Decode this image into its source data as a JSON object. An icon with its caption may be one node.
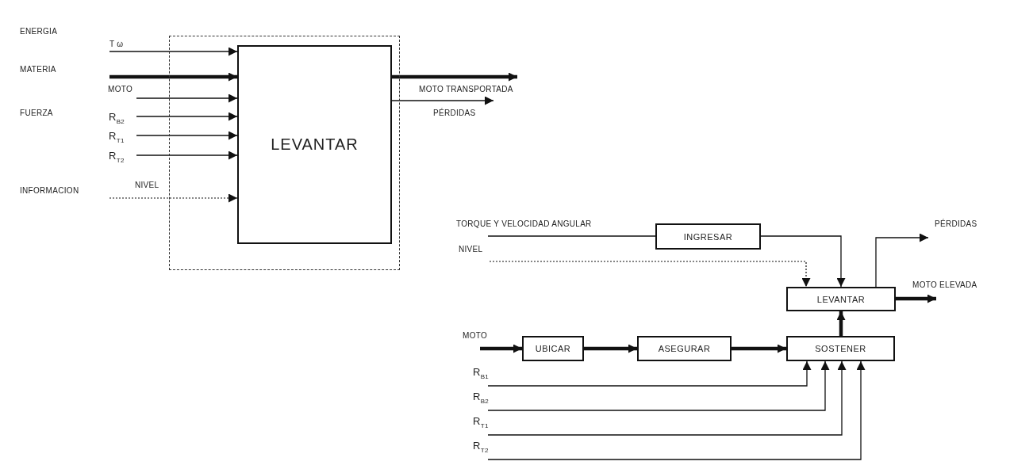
{
  "diagram": {
    "nodes": [
      {
        "text": [],
        "shape": "box"
      },
      {
        "text": [
          "LEVANTAR"
        ],
        "in": 0
      },
      {
        "text": [
          "INGRESAR"
        ]
      },
      {
        "text": [
          "LEVANTAR"
        ]
      },
      {
        "text": [
          "UBICAR"
        ]
      },
      {
        "text": [
          "ASEGURAR"
        ]
      },
      {
        "text": [
          "SOSTENER"
        ]
      }
    ],
    "edges": [
      {
        "from": null,
        "to": 1,
        "arrow": "to",
        "label": "T ω"
      },
      {
        "from": null,
        "to": 1,
        "arrow": "to",
        "style": "thick"
      },
      {
        "from": null,
        "to": 1,
        "arrow": "to",
        "label": "MOTO"
      },
      {
        "from": null,
        "to": 1,
        "arrow": "to",
        "label": "R$_{B2}$"
      },
      {
        "from": null,
        "to": 1,
        "arrow": "to",
        "label": "R$_{T1}$"
      },
      {
        "from": null,
        "to": 1,
        "arrow": "to",
        "label": "R$_{T2}$"
      },
      {
        "from": null,
        "to": 1,
        "arrow": "to",
        "label": "NIVEL",
        "style": "dashed"
      },
      {
        "from": 1,
        "to": null,
        "arrow": "to",
        "label": "MOTO TRANSPORTADA",
        "style": "thick"
      },
      {
        "from": 1,
        "to": null,
        "arrow": "to",
        "label": "PÉRDIDAS"
      },
      {
        "from": null,
        "to": 2,
        "arrow": "none",
        "label": "TORQUE Y VELOCIDAD ANGULAR"
      },
      {
        "from": 2,
        "to": 3,
        "arrow": "to"
      },
      {
        "from": null,
        "to": 3,
        "arrow": "to",
        "label": "NIVEL",
        "style": "dashed"
      },
      {
        "from": 3,
        "to": null,
        "arrow": "to",
        "label": "PÉRDIDAS"
      },
      {
        "from": 3,
        "to": null,
        "arrow": "to",
        "label": "MOTO ELEVADA",
        "style": "thick"
      },
      {
        "from": null,
        "to": 4,
        "arrow": "to",
        "label": "MOTO",
        "style": "thick"
      },
      {
        "from": 4,
        "to": 5,
        "arrow": "to",
        "style": "thick"
      },
      {
        "from": 5,
        "to": 6,
        "arrow": "to",
        "style": "thick"
      },
      {
        "from": 6,
        "to": 3,
        "arrow": "to",
        "style": "thick"
      },
      {
        "from": null,
        "to": 6,
        "arrow": "to",
        "label": "R$_{B1}$"
      },
      {
        "from": null,
        "to": 6,
        "arrow": "to",
        "label": "R$_{B2}$"
      },
      {
        "from": null,
        "to": 6,
        "arrow": "to",
        "label": "R$_{T1}$"
      },
      {
        "from": null,
        "to": 6,
        "arrow": "to",
        "label": "R$_{T2}$"
      }
    ],
    "labels": [
      "ENERGIA",
      "MATERIA",
      "FUERZA",
      "INFORMACION"
    ]
  }
}
